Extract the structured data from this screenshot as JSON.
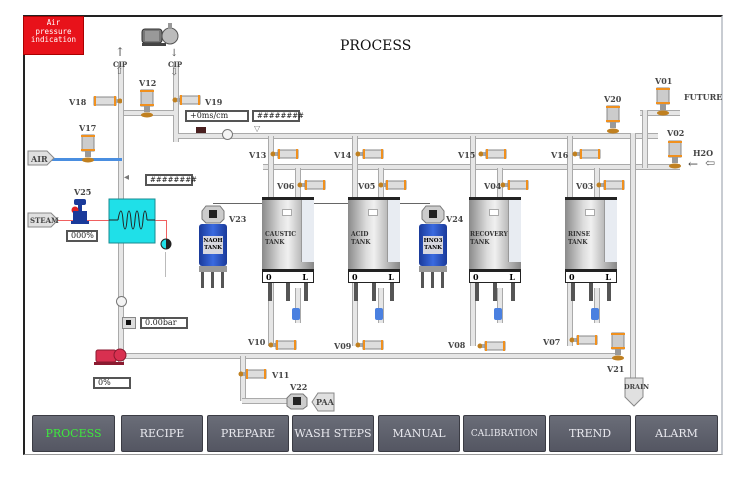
{
  "header": {
    "title": "PROCESS",
    "air_indicator": [
      "Air",
      "pressure",
      "indication"
    ]
  },
  "colors": {
    "air_indicator_bg": "#e8121a",
    "active_nav_text": "#3ee83e",
    "nav_bg": "#5c5e6a",
    "heat_exchanger": "#1fe0e8",
    "valve_accent": "#f0901e",
    "chem_tank": "#2a4fc4",
    "air_line": "#4a8ee0",
    "steam_line": "#f06060"
  },
  "lines": {
    "air": "AIR",
    "steam": "STEAM",
    "paa": "PAA",
    "drain": "DRAIN",
    "h2o": "H2O",
    "future": "FUTURE",
    "cip_return": "CIP",
    "cip_supply": "CIP"
  },
  "valves": {
    "v01": "V01",
    "v02": "V02",
    "v03": "V03",
    "v04": "V04",
    "v05": "V05",
    "v06": "V06",
    "v07": "V07",
    "v08": "V08",
    "v09": "V09",
    "v10": "V10",
    "v11": "V11",
    "v12": "V12",
    "v13": "V13",
    "v14": "V14",
    "v15": "V15",
    "v16": "V16",
    "v17": "V17",
    "v18": "V18",
    "v19": "V19",
    "v20": "V20",
    "v21": "V21",
    "v22": "V22",
    "v23": "V23",
    "v24": "V24",
    "v25": "V25"
  },
  "readouts": {
    "conductivity": "+0ms/cm",
    "conductivity_aux": "########",
    "temperature": "########",
    "steam_valve_pct": "000%",
    "pressure": "0.00bar",
    "pump_speed": "0%"
  },
  "tanks": [
    {
      "name": "CAUSTIC",
      "sub": "TANK",
      "low": "0",
      "high": "L"
    },
    {
      "name": "ACID",
      "sub": "TANK",
      "low": "0",
      "high": "L"
    },
    {
      "name": "RECOVERY",
      "sub": "TANK",
      "low": "0",
      "high": "L"
    },
    {
      "name": "RINSE",
      "sub": "TANK",
      "low": "0",
      "high": "L"
    }
  ],
  "chem_tanks": [
    {
      "name": "NAOH",
      "sub": "TANK"
    },
    {
      "name": "HNO3",
      "sub": "TANK"
    }
  ],
  "nav": [
    {
      "label": "PROCESS",
      "active": true
    },
    {
      "label": "RECIPE"
    },
    {
      "label": "PREPARE"
    },
    {
      "label": "WASH STEPS"
    },
    {
      "label": "MANUAL"
    },
    {
      "label": "CALIBRATION"
    },
    {
      "label": "TREND"
    },
    {
      "label": "ALARM"
    }
  ]
}
